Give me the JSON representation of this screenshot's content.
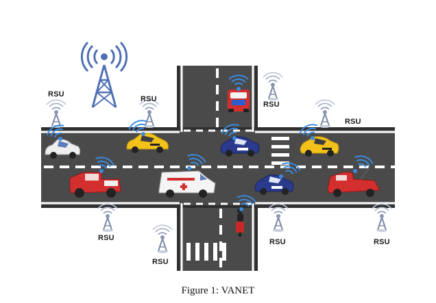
{
  "figure": {
    "caption": "Figure 1: VANET",
    "rsu_label": "RSU"
  },
  "colors": {
    "road": "#4a4a4a",
    "road_edge": "#2e2e2e",
    "lane_marking": "#ffffff",
    "tower": "#4f6fb3",
    "signal_wave": "#3a8be0",
    "rsu_body": "#8a97b3",
    "car_yellow": "#f2c21b",
    "car_white": "#f2f2f2",
    "car_police": "#2a3a8c",
    "car_red": "#d32f2f"
  },
  "elements": {
    "base_station": "cell-tower-icon",
    "rsu_count": 8,
    "vehicles": [
      "white-car",
      "yellow-taxi",
      "yellow-taxi",
      "police-car",
      "police-car",
      "ambulance",
      "fire-truck",
      "red-truck",
      "tow-truck",
      "motorbike"
    ]
  }
}
